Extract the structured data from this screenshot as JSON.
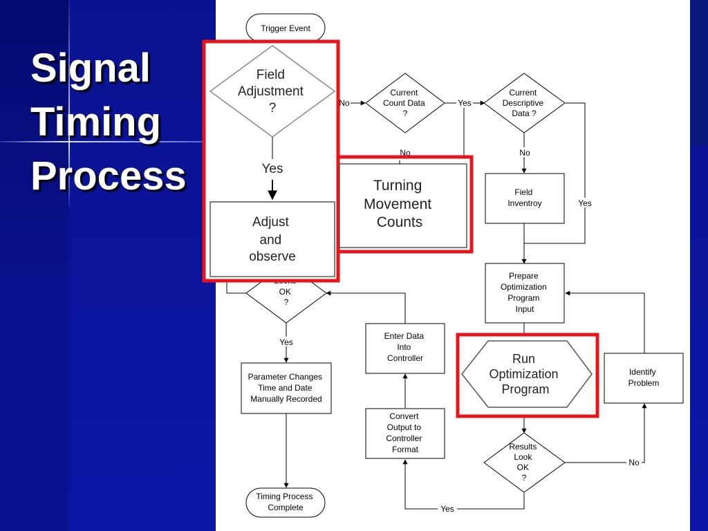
{
  "slide": {
    "title_lines": [
      "Signal",
      "Timing",
      "Process"
    ]
  },
  "flowchart": {
    "trigger_event": "Trigger Event",
    "field_adjustment": [
      "Field",
      "Adjustment",
      "?"
    ],
    "adjust_observe": [
      "Adjust",
      "and",
      "observe"
    ],
    "current_count": [
      "Current",
      "Count Data",
      "?"
    ],
    "turning_movement": [
      "Turning",
      "Movement",
      "Counts"
    ],
    "current_descriptive": [
      "Current",
      "Descriptive",
      "Data ?"
    ],
    "field_inventory": [
      "Field",
      "Inventroy"
    ],
    "prepare_input": [
      "Prepare",
      "Optimization",
      "Program",
      "Input"
    ],
    "run_optimization": [
      "Run",
      "Optimization",
      "Program"
    ],
    "identify_problem": [
      "Identify",
      "Problem"
    ],
    "results_ok": [
      "Results",
      "Look",
      "OK",
      "?"
    ],
    "convert_output": [
      "Convert",
      "Output to",
      "Controller",
      "Format"
    ],
    "enter_data": [
      "Enter Data",
      "Into",
      "Controller"
    ],
    "looks_ok": [
      "Looks",
      "OK",
      "?"
    ],
    "parameter_changes": [
      "Parameter Changes",
      "Time and Date",
      "Manually Recorded"
    ],
    "timing_complete": [
      "Timing Process",
      "Complete"
    ],
    "labels": {
      "yes_big": "Yes",
      "no_count": "No",
      "yes_count": "Yes",
      "no_under_count": "No",
      "no_desc": "No",
      "yes_desc": "Yes",
      "yes_looks": "Yes",
      "no_results": "No",
      "yes_results": "Yes"
    },
    "highlight_color": "#e8141c"
  }
}
